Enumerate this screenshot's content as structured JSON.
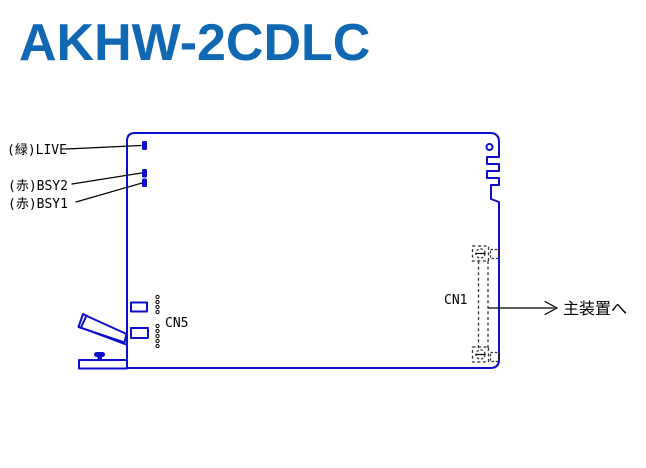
{
  "title": "AKHW-2CDLC",
  "colors": {
    "title_blue": "#1068b2",
    "board_blue": "#0d0dcb",
    "annotation_black": "#000000"
  },
  "board": {
    "led_labels": [
      {
        "label": "(緑)LIVE"
      },
      {
        "label": "(赤)BSY2"
      },
      {
        "label": "(赤)BSY1"
      }
    ],
    "connectors": [
      {
        "label": "CN5"
      },
      {
        "label": "CN1"
      }
    ],
    "arrow_label": "主装置へ"
  }
}
